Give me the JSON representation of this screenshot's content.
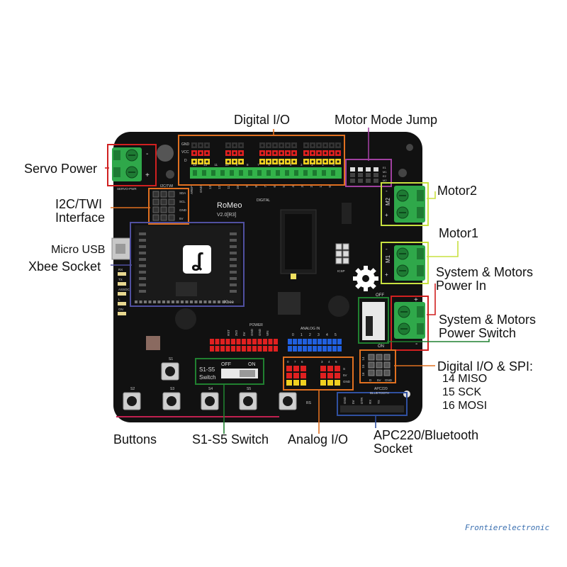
{
  "callouts": {
    "digital_io": "Digital I/O",
    "motor_mode_jump": "Motor Mode Jump",
    "servo_power": "Servo Power",
    "i2c_line1": "I2C/TWI",
    "i2c_line2": "Interface",
    "micro_usb": "Micro USB",
    "xbee_socket": "Xbee Socket",
    "motor2": "Motor2",
    "motor1": "Motor1",
    "sys_power_in_line1": "System & Motors",
    "sys_power_in_line2": "Power In",
    "sys_power_switch_line1": "System & Motors",
    "sys_power_switch_line2": "Power Switch",
    "spi_title": "Digital I/O & SPI:",
    "spi_14": "14  MISO",
    "spi_15": "15   SCK",
    "spi_16": "16   MOSI",
    "buttons": "Buttons",
    "s1s5_switch": "S1-S5 Switch",
    "analog_io": "Analog I/O",
    "apc_line1": "APC220/Bluetooth",
    "apc_line2": "Socket"
  },
  "board": {
    "name": "RoMeo",
    "version": "V2.0[R3]",
    "xbee_label": "Xbee",
    "digital_label": "DIGITAL",
    "servo_pwr_label": "SERVO-PWR",
    "i2c_label": "I2C/TWI",
    "power_label": "POWER",
    "analog_in_label": "ANALOG IN",
    "apc_label": "APC220",
    "bluetooth_label": "BLUETOOTH",
    "icsp_label": "ICSP",
    "off_label": "OFF",
    "on_label": "ON",
    "switch_off": "OFF",
    "switch_on": "ON",
    "s1s5_label": "S1-S5",
    "switch_label": "Switch",
    "m2_label": "M2",
    "m1_label": "M1",
    "m2_plus": "+",
    "m2_minus": "-",
    "m1_plus": "+",
    "m1_minus": "-",
    "servo_minus": "-",
    "servo_plus": "+",
    "pwr_plus": "+",
    "pwr_minus": "-",
    "rows_gnd": "GND",
    "rows_vcc": "VCC",
    "rows_d": "D",
    "i2c_sda": "SDA",
    "i2c_scl": "SCL",
    "i2c_gnd": "GND",
    "i2c_5v": "5V",
    "digital_pins_top": [
      "13",
      "12",
      "11",
      "10",
      "9",
      "8",
      "7",
      "6",
      "5",
      "4",
      "3",
      "2",
      "1",
      "0"
    ],
    "digital_pins_bottom": [
      "AREF",
      "GND",
      "13",
      "12",
      "11",
      "10",
      "9",
      "8",
      "7",
      "6",
      "5",
      "4",
      "3",
      "2",
      "1",
      "0"
    ],
    "motor_jumper_pins": [
      "E1",
      "M1",
      "E2",
      "M2"
    ],
    "power_pins": [
      "RST",
      "3V3",
      "5V",
      "GND",
      "GND",
      "VIN"
    ],
    "analog_pins": [
      "0",
      "1",
      "2",
      "3",
      "4",
      "5"
    ],
    "analog_io_pins": [
      "0",
      "7",
      "6",
      "3",
      "4",
      "5"
    ],
    "analog_io_side": [
      "S",
      "5V",
      "GND"
    ],
    "spi_pins": [
      "14",
      "15",
      "16"
    ],
    "spi_bottom": [
      "D",
      "5V",
      "GND"
    ],
    "apc_pins": [
      "GND",
      "5V",
      "DTR",
      "RX",
      "TX"
    ],
    "buttons": [
      "S1",
      "S2",
      "S3",
      "S4",
      "S5",
      "RS"
    ],
    "leds": [
      "RX",
      "TX",
      "ASSOC",
      "L",
      "ON"
    ]
  },
  "colors": {
    "board": "#111111",
    "callout_servo": "#d02020",
    "callout_digital": "#e07020",
    "callout_motor_mode": "#a040a0",
    "callout_i2c": "#e07020",
    "callout_xbee": "#5050a0",
    "callout_motor": "#c8e040",
    "callout_switch": "#208030",
    "callout_spi": "#e07020",
    "callout_buttons": "#c02050",
    "callout_s1s5": "#208030",
    "callout_analog": "#e07020",
    "callout_apc": "#3050a0",
    "terminal_green": "#2fa84a",
    "header_green": "#33b34a",
    "header_red": "#e02020",
    "header_yellow": "#f0d020",
    "header_blue": "#2060e0"
  },
  "watermark": "Frontierelectronic"
}
